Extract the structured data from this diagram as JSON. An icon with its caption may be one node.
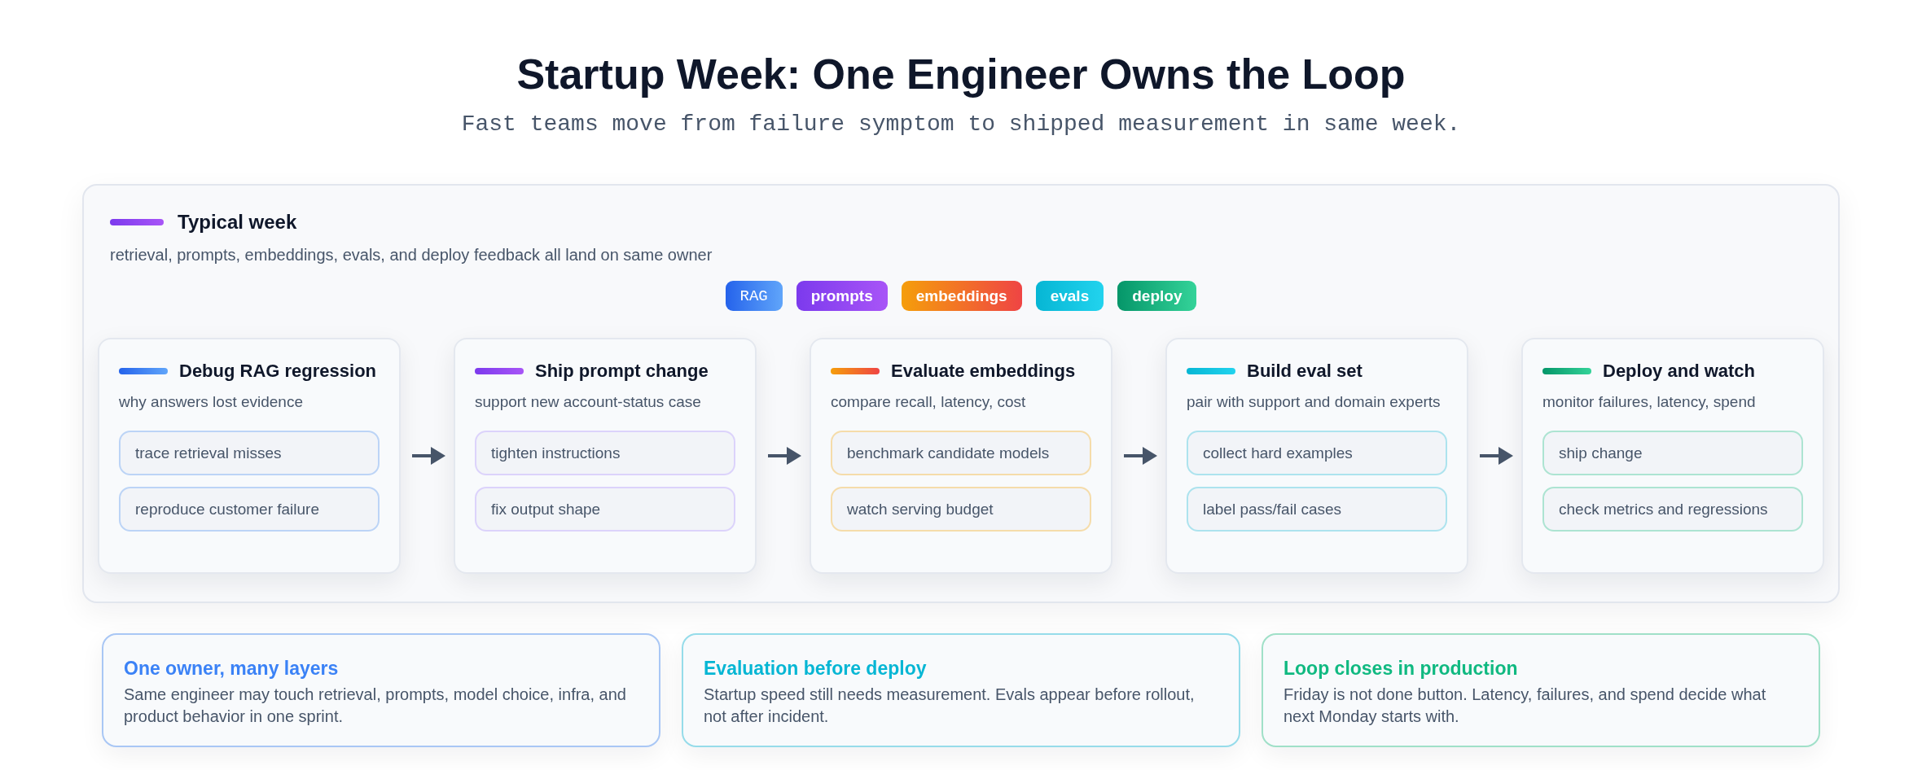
{
  "diagram": {
    "title": "Startup Week: One Engineer Owns the Loop",
    "nodes": [
      {
        "text": [
          "Typical week",
          "retrieval, prompts, embeddings, evals, and deploy feedback all land on same owner"
        ]
      },
      {
        "text": [
          "RAG"
        ],
        "in": 0
      },
      {
        "text": [
          "prompts"
        ],
        "in": 0
      },
      {
        "text": [
          "embeddings"
        ],
        "in": 0
      },
      {
        "text": [
          "evals"
        ],
        "in": 0
      },
      {
        "text": [
          "deploy"
        ],
        "in": 0
      },
      {
        "text": [
          "Debug RAG regression",
          "why answers lost evidence"
        ],
        "in": 0
      },
      {
        "text": [
          "trace retrieval misses"
        ],
        "in": 6
      },
      {
        "text": [
          "reproduce customer failure"
        ],
        "in": 6
      },
      {
        "text": [
          "Ship prompt change",
          "support new account-status case"
        ],
        "in": 0
      },
      {
        "text": [
          "tighten instructions"
        ],
        "in": 9
      },
      {
        "text": [
          "fix output shape"
        ],
        "in": 9
      },
      {
        "text": [
          "Evaluate embeddings",
          "compare recall, latency, cost"
        ],
        "in": 0
      },
      {
        "text": [
          "benchmark candidate models"
        ],
        "in": 12
      },
      {
        "text": [
          "watch serving budget"
        ],
        "in": 12
      },
      {
        "text": [
          "Build eval set",
          "pair with support and domain experts"
        ],
        "in": 0
      },
      {
        "text": [
          "collect hard examples"
        ],
        "in": 15
      },
      {
        "text": [
          "label pass/fail cases"
        ],
        "in": 15
      },
      {
        "text": [
          "Deploy and watch",
          "monitor failures, latency, spend"
        ],
        "in": 0
      },
      {
        "text": [
          "ship change"
        ],
        "in": 18
      },
      {
        "text": [
          "check metrics and regressions"
        ],
        "in": 18
      },
      {
        "text": [
          "One owner, many layers",
          "Same engineer may touch retrieval, prompts, model choice, infra, and product behavior in one sprint."
        ]
      },
      {
        "text": [
          "Evaluation before deploy",
          "Startup speed still needs measurement. Evals appear before rollout, not after incident."
        ]
      },
      {
        "text": [
          "Loop closes in production",
          "Friday is not done button. Latency, failures, and spend decide what next Monday starts with."
        ]
      }
    ],
    "edges": [
      {
        "from": 6,
        "to": 9,
        "arrow": "to"
      },
      {
        "from": 9,
        "to": 12,
        "arrow": "to"
      },
      {
        "from": 12,
        "to": 15,
        "arrow": "to"
      },
      {
        "from": 15,
        "to": 18,
        "arrow": "to"
      }
    ],
    "labels": [
      "Fast teams move from failure symptom to shipped measurement in same week."
    ]
  }
}
